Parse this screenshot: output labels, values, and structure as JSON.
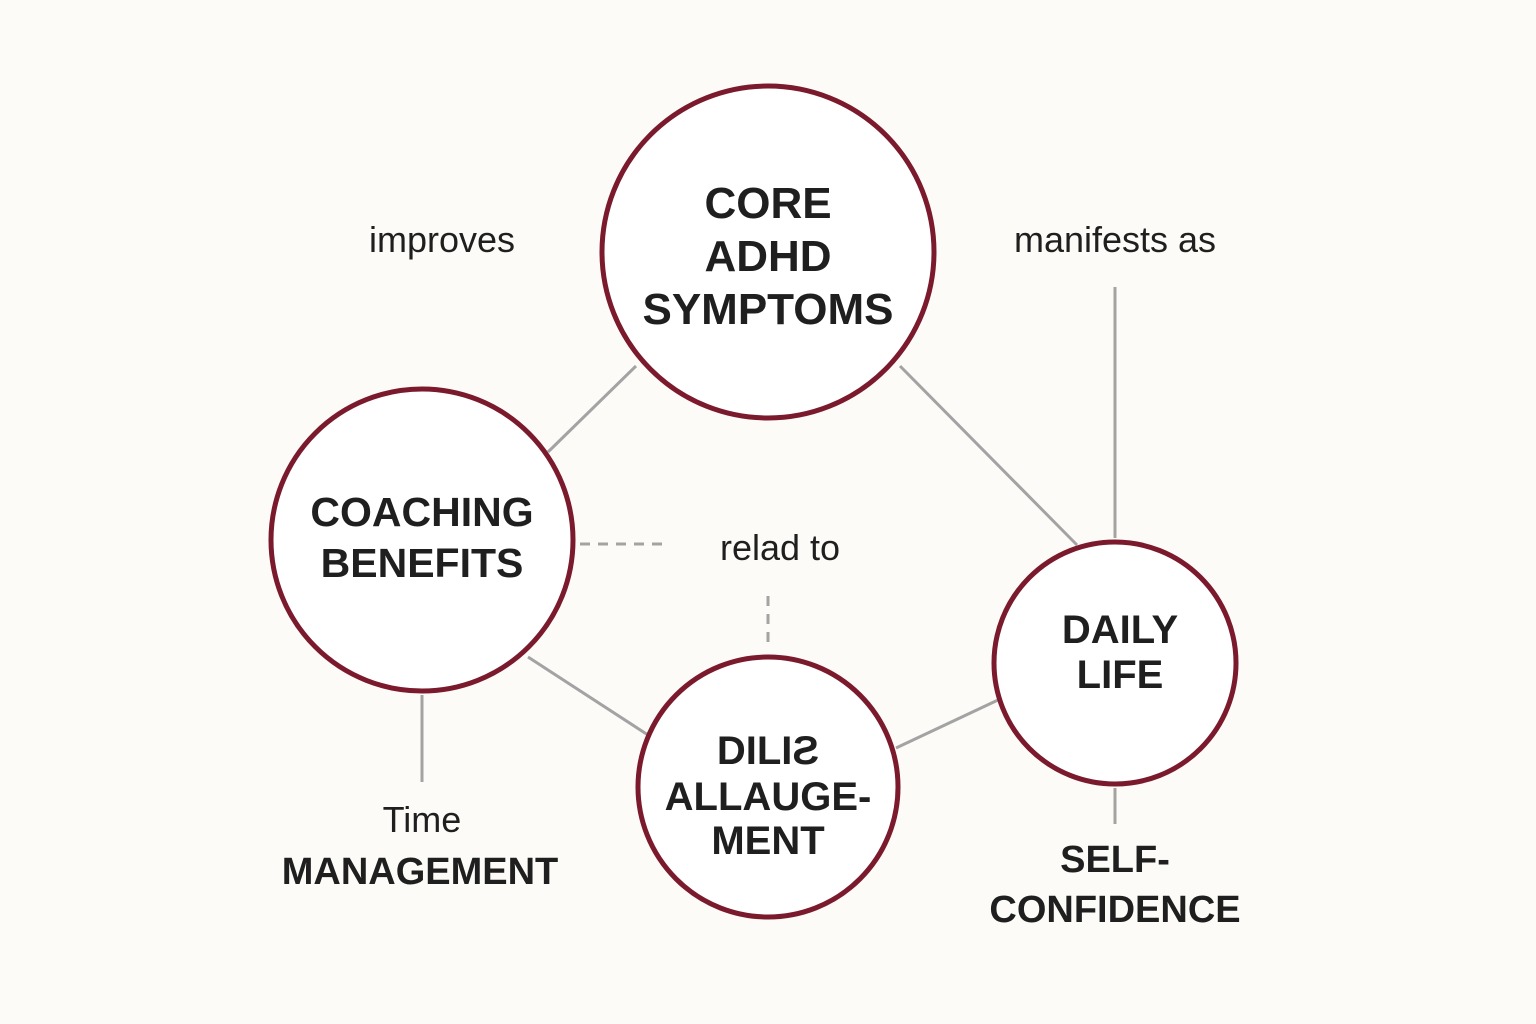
{
  "colors": {
    "background": "#fcfbf7",
    "node_stroke": "#7a1a2c",
    "edge": "#a3a3a3",
    "text": "#1f1f1f"
  },
  "nodes": {
    "core": {
      "lines": [
        "CORE",
        "ADHD",
        "SYMPTOMS"
      ]
    },
    "coaching": {
      "lines": [
        "COACHING",
        "BENEFITS"
      ]
    },
    "daily": {
      "lines": [
        "DAILY",
        "LIFE"
      ]
    },
    "center": {
      "lines": [
        "DILIƧ",
        "ALLAUGE-",
        "MENT"
      ]
    }
  },
  "edge_labels": {
    "improves": "improves",
    "manifests_as": "manifests as",
    "relad_to": "relad to"
  },
  "leaves": {
    "time_management": {
      "line1": "Time",
      "line2": "MANAGEMENT"
    },
    "self_confidence": {
      "line1": "SELF-",
      "line2": "CONFIDENCE"
    }
  }
}
